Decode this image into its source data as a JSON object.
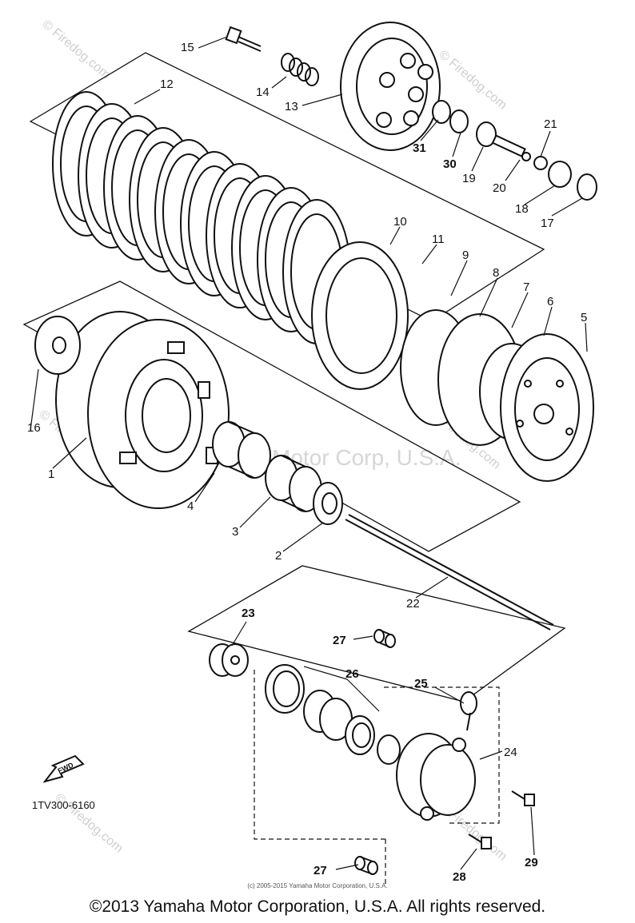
{
  "diagram": {
    "callouts": [
      {
        "id": "c1",
        "text": "1",
        "bold": false
      },
      {
        "id": "c2",
        "text": "2",
        "bold": false
      },
      {
        "id": "c3",
        "text": "3",
        "bold": false
      },
      {
        "id": "c4",
        "text": "4",
        "bold": false
      },
      {
        "id": "c5",
        "text": "5",
        "bold": false
      },
      {
        "id": "c6",
        "text": "6",
        "bold": false
      },
      {
        "id": "c7",
        "text": "7",
        "bold": false
      },
      {
        "id": "c8",
        "text": "8",
        "bold": false
      },
      {
        "id": "c9",
        "text": "9",
        "bold": false
      },
      {
        "id": "c10",
        "text": "10",
        "bold": false
      },
      {
        "id": "c11",
        "text": "11",
        "bold": false
      },
      {
        "id": "c12",
        "text": "12",
        "bold": false
      },
      {
        "id": "c13",
        "text": "13",
        "bold": false
      },
      {
        "id": "c14",
        "text": "14",
        "bold": false
      },
      {
        "id": "c15",
        "text": "15",
        "bold": false
      },
      {
        "id": "c16",
        "text": "16",
        "bold": false
      },
      {
        "id": "c17",
        "text": "17",
        "bold": false
      },
      {
        "id": "c18",
        "text": "18",
        "bold": false
      },
      {
        "id": "c19",
        "text": "19",
        "bold": false
      },
      {
        "id": "c20",
        "text": "20",
        "bold": false
      },
      {
        "id": "c21",
        "text": "21",
        "bold": false
      },
      {
        "id": "c22",
        "text": "22",
        "bold": false
      },
      {
        "id": "c23",
        "text": "23",
        "bold": true
      },
      {
        "id": "c24",
        "text": "24",
        "bold": false
      },
      {
        "id": "c25",
        "text": "25",
        "bold": true
      },
      {
        "id": "c26",
        "text": "26",
        "bold": true
      },
      {
        "id": "c27a",
        "text": "27",
        "bold": true
      },
      {
        "id": "c27b",
        "text": "27",
        "bold": true
      },
      {
        "id": "c28",
        "text": "28",
        "bold": true
      },
      {
        "id": "c29",
        "text": "29",
        "bold": true
      },
      {
        "id": "c30",
        "text": "30",
        "bold": true
      },
      {
        "id": "c31",
        "text": "31",
        "bold": true
      }
    ],
    "fwd_label": "FWD",
    "diagram_code": "1TV300-6160",
    "small_credit": "(c) 2005-2015 Yamaha Motor Corporation, U.S.A.",
    "center_watermark": "Yamaha Motor Corp, U.S.A.",
    "watermark": "© Firedog.com"
  },
  "footer": {
    "copyright": "©2013 Yamaha Motor Corporation, U.S.A. All rights reserved."
  }
}
